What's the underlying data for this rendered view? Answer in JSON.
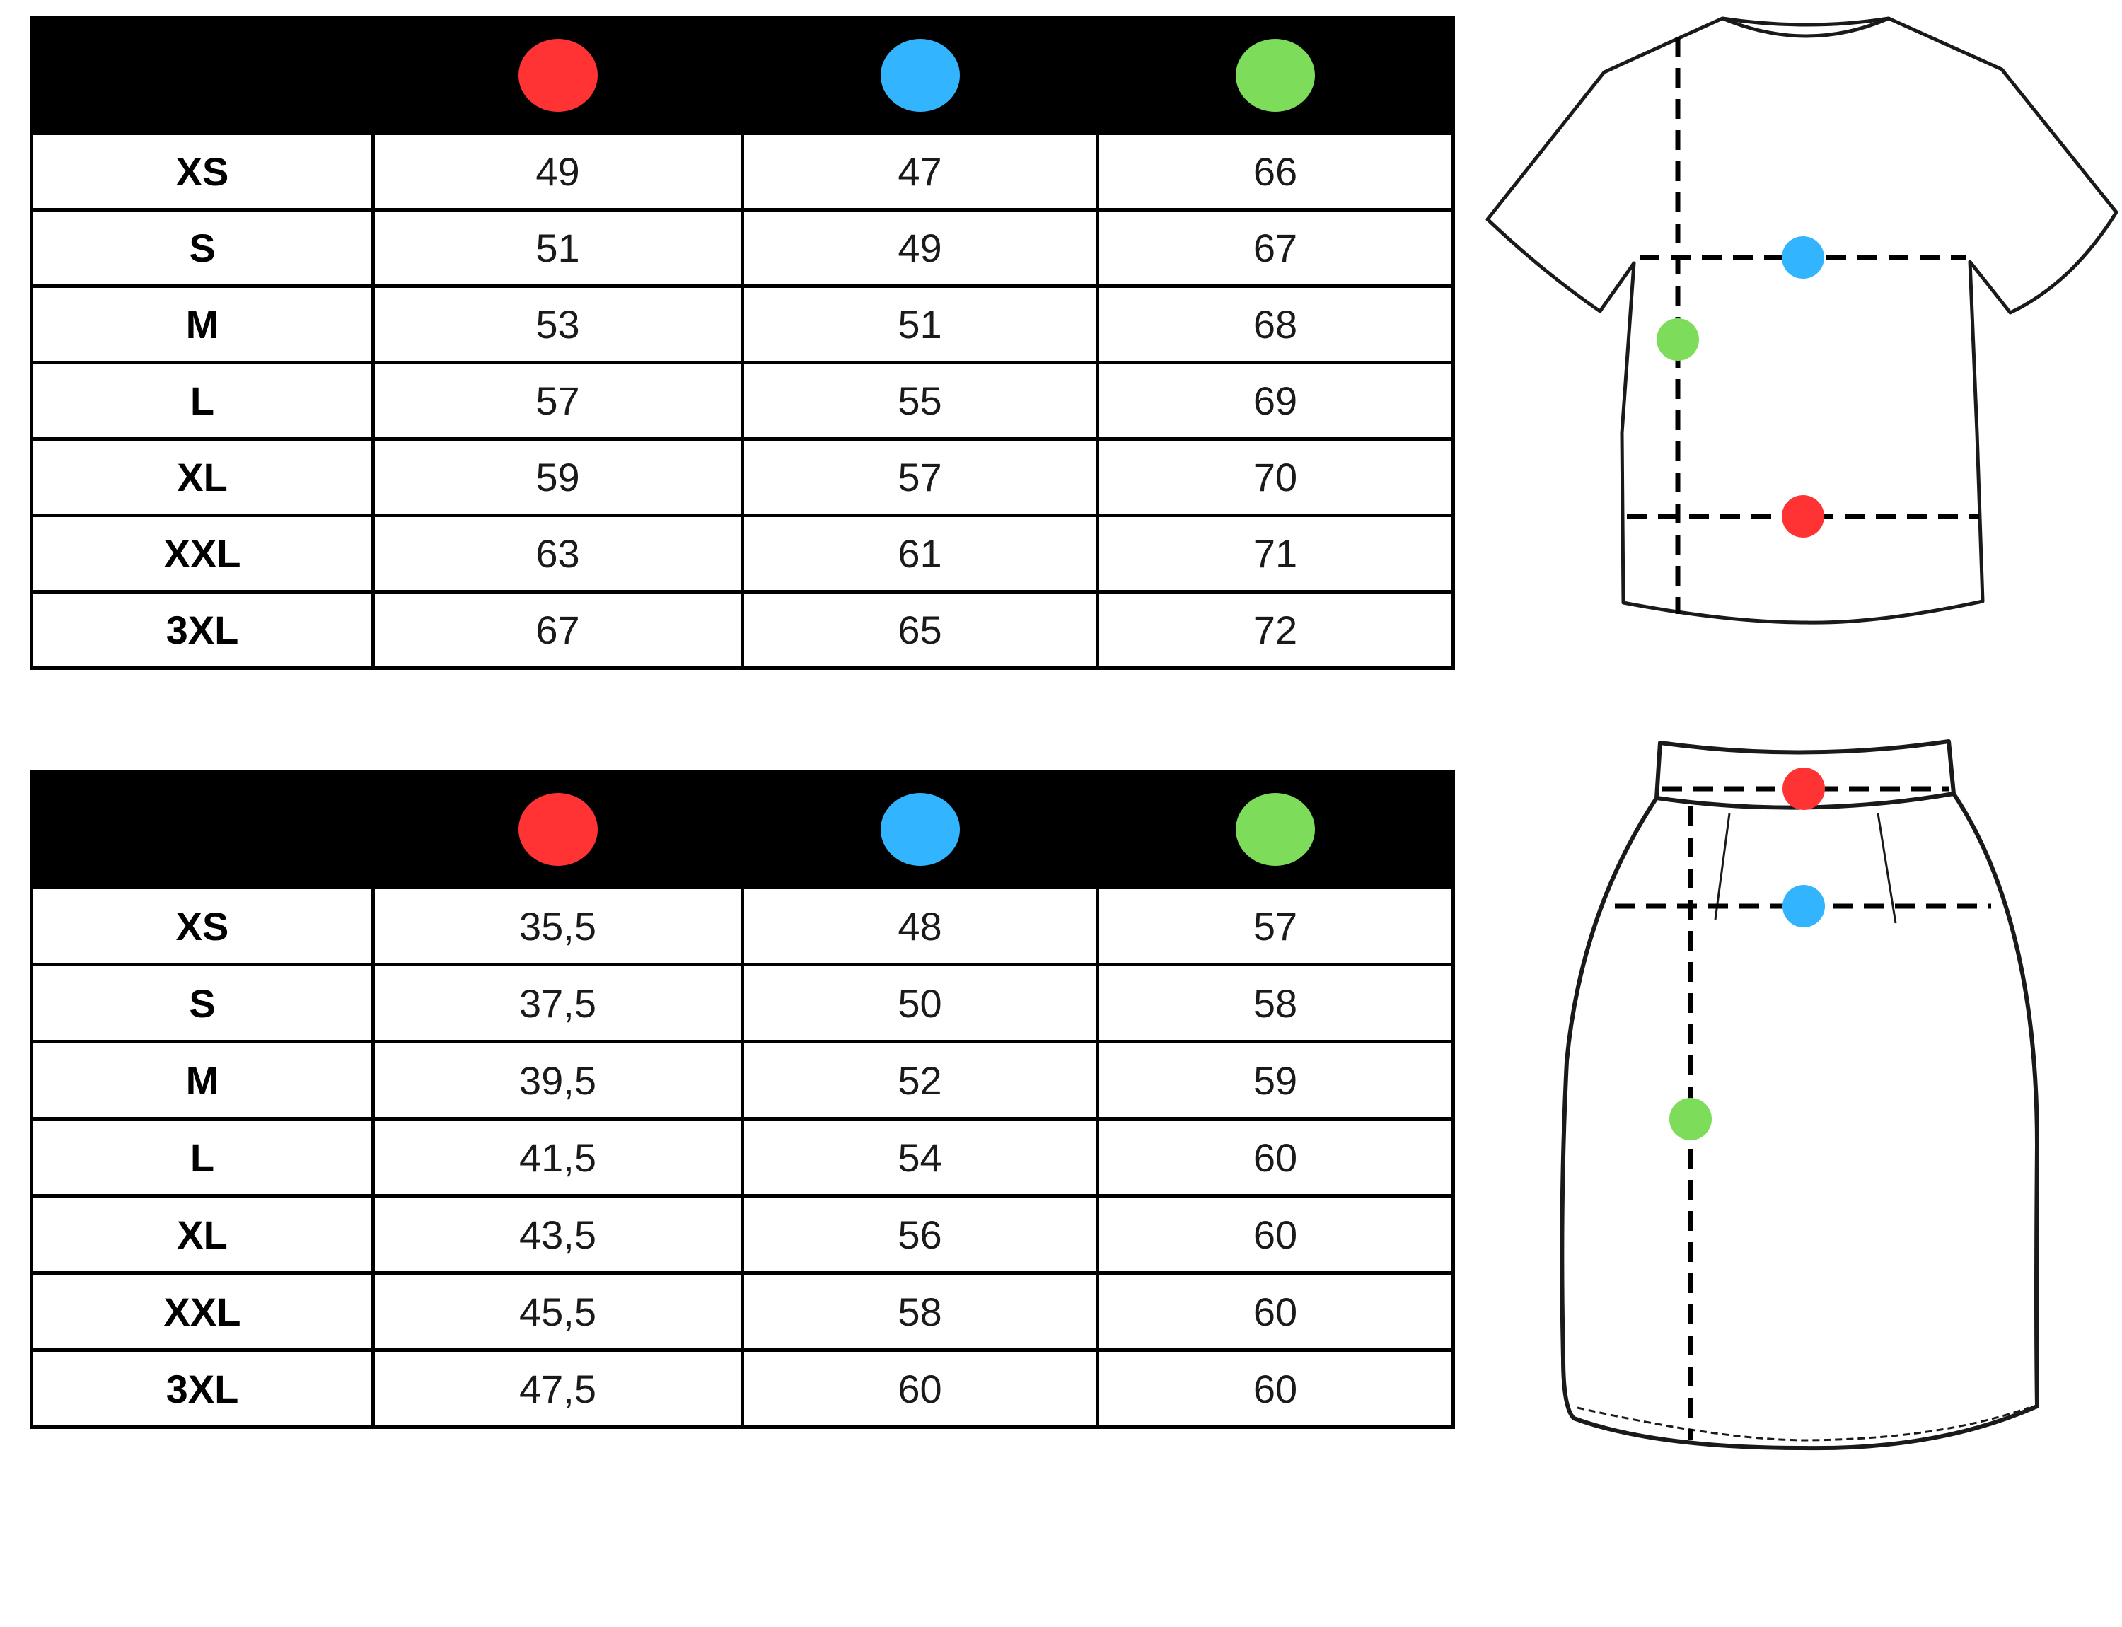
{
  "colors": {
    "red": "#ff3333",
    "blue": "#33b4ff",
    "green": "#7ddc5a"
  },
  "shirt_table": {
    "marker_colors": [
      "#ff3333",
      "#33b4ff",
      "#7ddc5a"
    ],
    "rows": [
      {
        "size": "XS",
        "v": [
          "49",
          "47",
          "66"
        ]
      },
      {
        "size": "S",
        "v": [
          "51",
          "49",
          "67"
        ]
      },
      {
        "size": "M",
        "v": [
          "53",
          "51",
          "68"
        ]
      },
      {
        "size": "L",
        "v": [
          "57",
          "55",
          "69"
        ]
      },
      {
        "size": "XL",
        "v": [
          "59",
          "57",
          "70"
        ]
      },
      {
        "size": "XXL",
        "v": [
          "63",
          "61",
          "71"
        ]
      },
      {
        "size": "3XL",
        "v": [
          "67",
          "65",
          "72"
        ]
      }
    ]
  },
  "skirt_table": {
    "marker_colors": [
      "#ff3333",
      "#33b4ff",
      "#7ddc5a"
    ],
    "rows": [
      {
        "size": "XS",
        "v": [
          "35,5",
          "48",
          "57"
        ]
      },
      {
        "size": "S",
        "v": [
          "37,5",
          "50",
          "58"
        ]
      },
      {
        "size": "M",
        "v": [
          "39,5",
          "52",
          "59"
        ]
      },
      {
        "size": "L",
        "v": [
          "41,5",
          "54",
          "60"
        ]
      },
      {
        "size": "XL",
        "v": [
          "43,5",
          "56",
          "60"
        ]
      },
      {
        "size": "XXL",
        "v": [
          "45,5",
          "58",
          "60"
        ]
      },
      {
        "size": "3XL",
        "v": [
          "47,5",
          "60",
          "60"
        ]
      }
    ]
  },
  "shirt_diagram": {
    "icon": "tshirt-icon"
  },
  "skirt_diagram": {
    "icon": "skirt-icon"
  }
}
